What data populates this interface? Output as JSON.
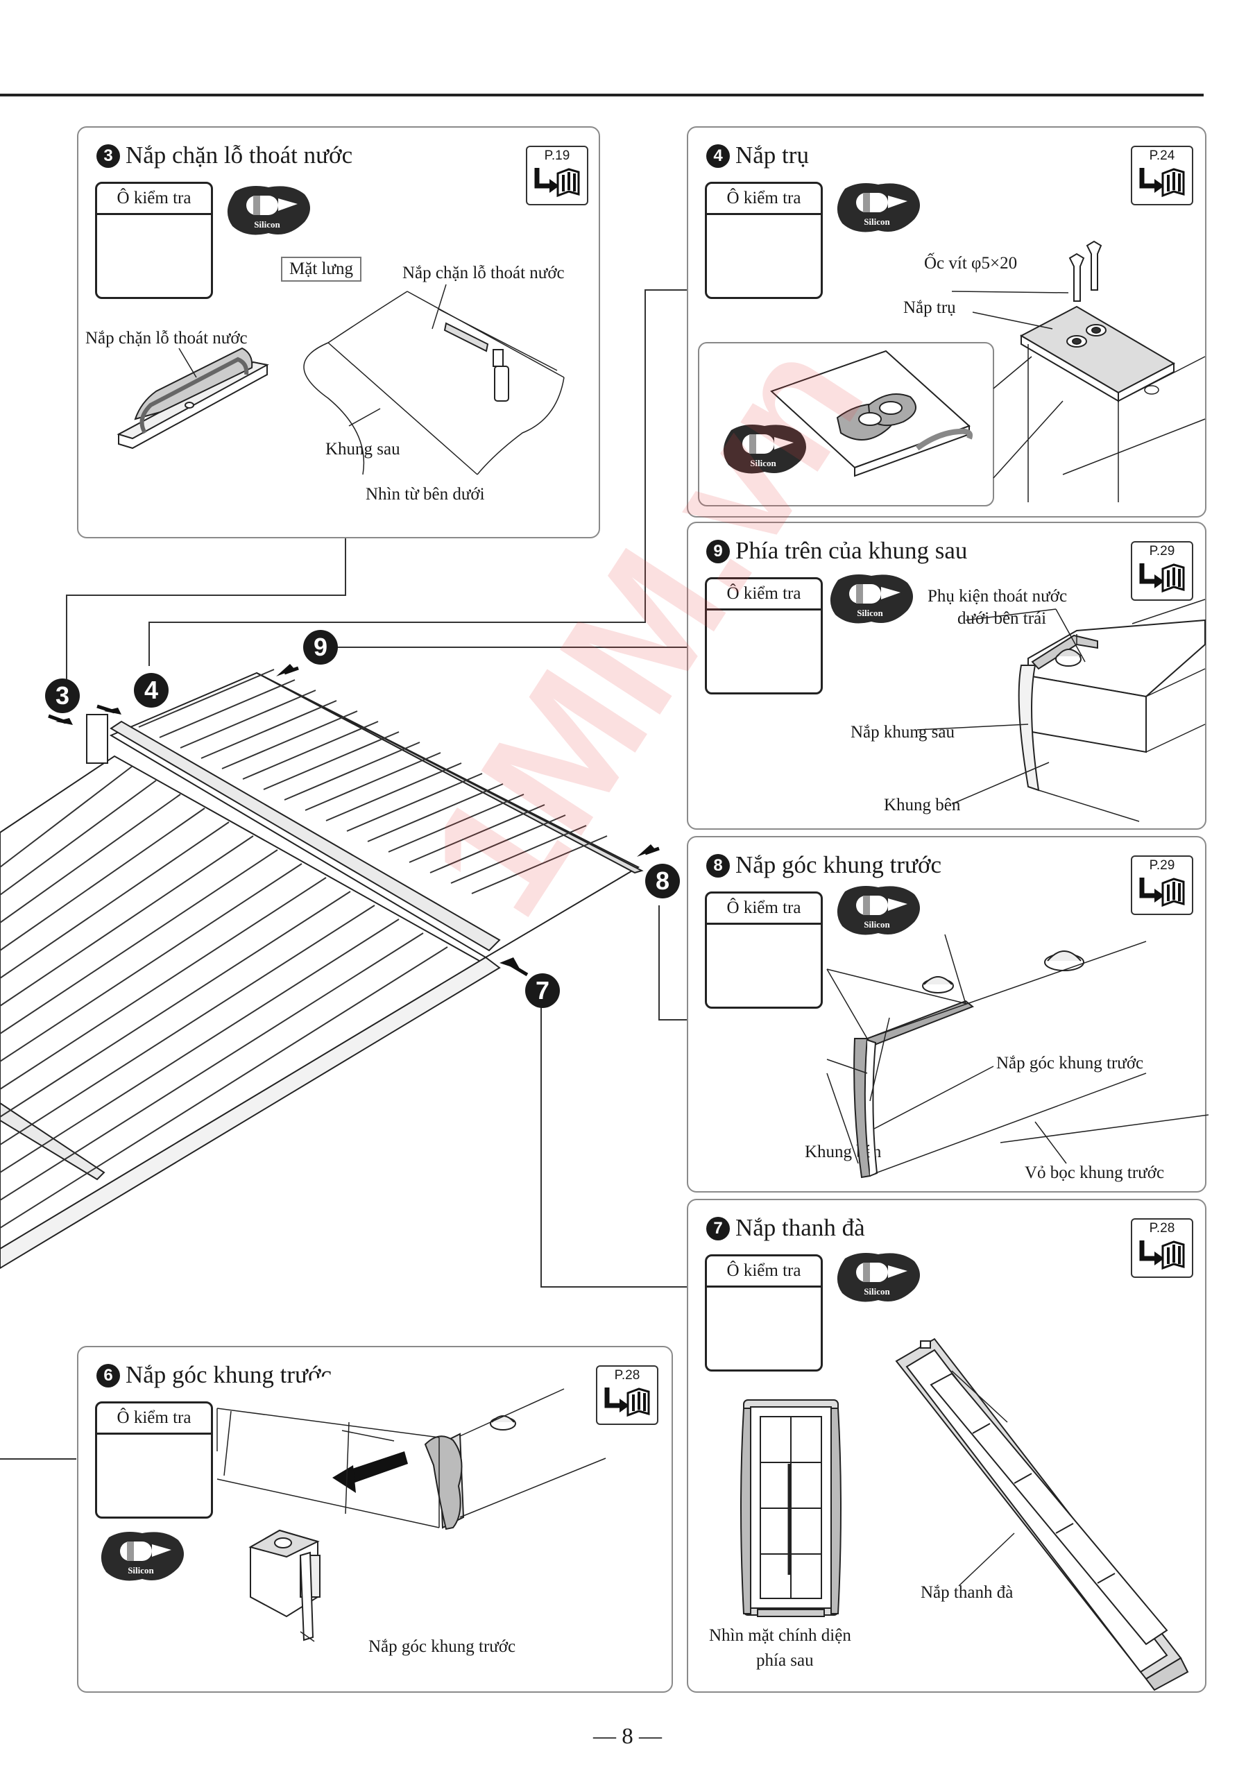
{
  "page_number": "— 8 —",
  "watermark": "1MM.vn",
  "common": {
    "check_box_label": "Ô kiểm tra",
    "silicon_label": "Silicon"
  },
  "callouts": {
    "m3": "3",
    "m4": "4",
    "m9": "9",
    "m8": "8",
    "m7": "7"
  },
  "panels": {
    "p3": {
      "num": "3",
      "title": "Nắp chặn lỗ thoát nước",
      "page_ref": "P.19",
      "labels": {
        "back_face": "Mặt lưng",
        "drain_cap_1": "Nắp chặn lỗ thoát nước",
        "drain_cap_2": "Nắp chặn lỗ thoát nước",
        "rear_frame": "Khung sau",
        "view_from_below": "Nhìn từ bên dưới"
      }
    },
    "p4": {
      "num": "4",
      "title": "Nắp trụ",
      "page_ref": "P.24",
      "labels": {
        "screw": "Ốc vít φ5×20",
        "post_cap": "Nắp trụ"
      }
    },
    "p9": {
      "num": "9",
      "title": "Phía trên của khung sau",
      "page_ref": "P.29",
      "labels": {
        "drain_fitting_1": "Phụ kiện thoát nước",
        "drain_fitting_2": "dưới bên trái",
        "rear_frame_cap": "Nắp khung sau",
        "side_frame": "Khung bên"
      }
    },
    "p8": {
      "num": "8",
      "title": "Nắp góc khung trước",
      "page_ref": "P.29",
      "labels": {
        "front_corner_cap": "Nắp góc khung trước",
        "side_frame": "Khung bên",
        "front_frame_cover": "Vỏ bọc khung trước"
      }
    },
    "p7": {
      "num": "7",
      "title": "Nắp thanh đà",
      "page_ref": "P.28",
      "labels": {
        "rear_view_1": "Nhìn mặt chính diện",
        "rear_view_2": "phía sau",
        "beam_cap": "Nắp thanh đà"
      }
    },
    "p6": {
      "num": "6",
      "title": "Nắp góc khung trước",
      "page_ref": "P.28",
      "labels": {
        "front_corner_cap": "Nắp góc khung trước"
      }
    }
  }
}
